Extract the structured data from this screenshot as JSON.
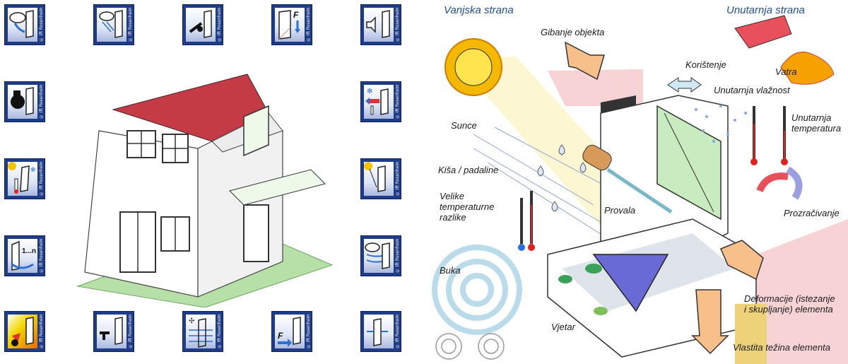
{
  "left": {
    "tile_brand": "© ift Rosenheim",
    "tiles": [
      {
        "name": "wind-rain-icon"
      },
      {
        "name": "rain-icon"
      },
      {
        "name": "mechanical-load-icon"
      },
      {
        "name": "force-icon",
        "text": "F"
      },
      {
        "name": "sound-icon"
      },
      {
        "name": "burglary-icon"
      },
      {
        "name": "heat-loss-icon"
      },
      {
        "name": "sun-frost-icon"
      },
      {
        "name": "sun-radiation-icon"
      },
      {
        "name": "operation-cycles-icon",
        "text": "1...n"
      },
      {
        "name": "air-permeability-icon"
      },
      {
        "name": "explosion-icon"
      },
      {
        "name": "bullet-resistance-icon"
      },
      {
        "name": "ventilation-icon"
      },
      {
        "name": "impact-force-icon",
        "text": "F"
      },
      {
        "name": "pressure-icon"
      }
    ]
  },
  "right": {
    "heading_outside": "Vanjska strana",
    "heading_inside": "Unutarnja strana",
    "labels": {
      "gibanje": "Gibanje objekta",
      "koristenje": "Korištenje",
      "vatra": "Vatra",
      "vlaznost": "Unutarnja vlažnost",
      "unut_temp": "Unutarnja\ntemperatura",
      "sunce": "Sunce",
      "kisa": "Kiša / padaline",
      "velike": "Velike\ntemperaturne\nrazlike",
      "provala": "Provala",
      "prozracivanje": "Prozračivanje",
      "buka": "Buka",
      "deformacije": "Deformacije (istezanje\ni skupljanje) elementa",
      "vjetar": "Vjetar",
      "tezina": "Vlastita težina elementa"
    },
    "colors": {
      "heading": "#1f4e9b",
      "arrow_orange": "#f7c08a",
      "arrow_red": "#e8505b",
      "sun": "#f5b800",
      "glass": "#c8ecc0",
      "wind": "#6a6ad6",
      "rain": "#8aa7d8"
    }
  }
}
